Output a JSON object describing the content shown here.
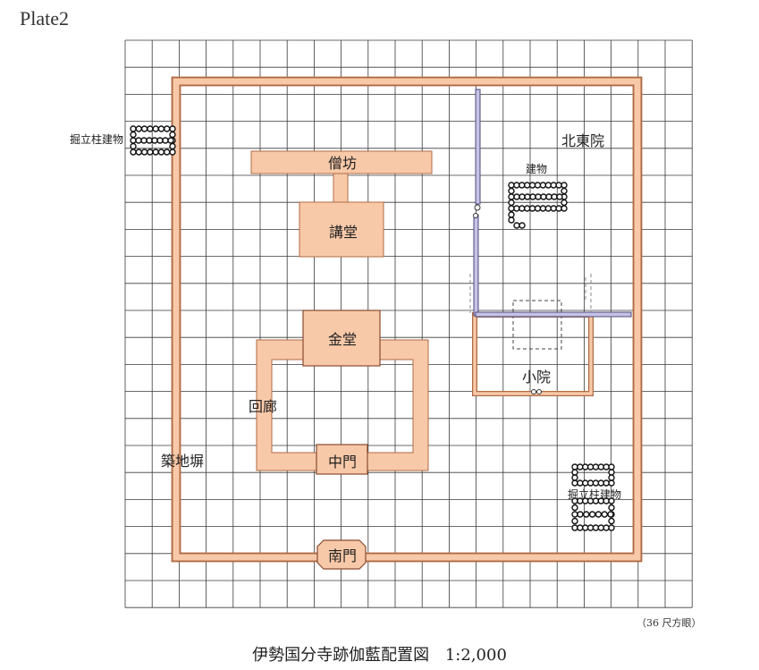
{
  "plate_label": "Plate2",
  "colors": {
    "building_fill": "#f8c9a8",
    "building_stroke": "#b06a45",
    "wall_fill": "#f8c9a8",
    "ditch_fill": "#c6c2e6",
    "ditch_stroke": "#4a4a7a",
    "grid": "#3a3a3a"
  },
  "features": {
    "sobo": "僧坊",
    "kodo": "講堂",
    "kondo": "金堂",
    "kairo": "回廊",
    "chumon": "中門",
    "nandaimon": "南門",
    "tsuijibei": "築地塀",
    "hokutoin": "北東院",
    "kenbutsu": "建物",
    "shoin": "小院",
    "hottate_west": "掘立柱建物",
    "hottate_southeast": "掘立柱建物"
  },
  "grid_unit_note": "（36 尺方眼）",
  "caption": {
    "title": "伊勢国分寺跡伽藍配置図",
    "scale": "1:2,000"
  }
}
